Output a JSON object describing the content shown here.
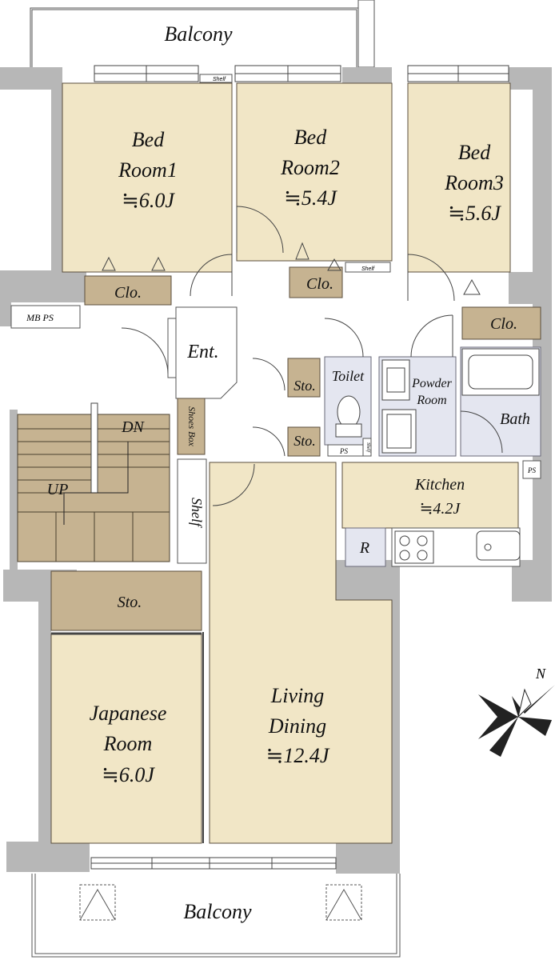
{
  "labels": {
    "balcony_top": "Balcony",
    "balcony_bottom": "Balcony",
    "bedroom1_name1": "Bed",
    "bedroom1_name2": "Room1",
    "bedroom1_size": "≒6.0J",
    "bedroom2_name1": "Bed",
    "bedroom2_name2": "Room2",
    "bedroom2_size": "≒5.4J",
    "bedroom3_name1": "Bed",
    "bedroom3_name2": "Room3",
    "bedroom3_size": "≒5.6J",
    "closet1": "Clo.",
    "closet2": "Clo.",
    "closet3": "Clo.",
    "shelf_top1": "Shelf",
    "shelf_top2": "Shelf",
    "mb_ps": "MB PS",
    "entrance": "Ent.",
    "shoes_box": "Shoes Box",
    "storage_a": "Sto.",
    "storage_b": "Sto.",
    "toilet": "Toilet",
    "powder_room1": "Powder",
    "powder_room2": "Room",
    "bath": "Bath",
    "ps1": "PS",
    "ps2": "PS",
    "shelf_small": "Shelf",
    "kitchen_name": "Kitchen",
    "kitchen_size": "≒4.2J",
    "fridge": "R",
    "stairs_dn": "DN",
    "stairs_up": "UP",
    "shelf_hall": "Shelf",
    "storage_jp": "Sto.",
    "japanese_name1": "Japanese",
    "japanese_name2": "Room",
    "japanese_size": "≒6.0J",
    "living_name1": "Living",
    "living_name2": "Dining",
    "living_size": "≒12.4J",
    "compass": "N"
  }
}
